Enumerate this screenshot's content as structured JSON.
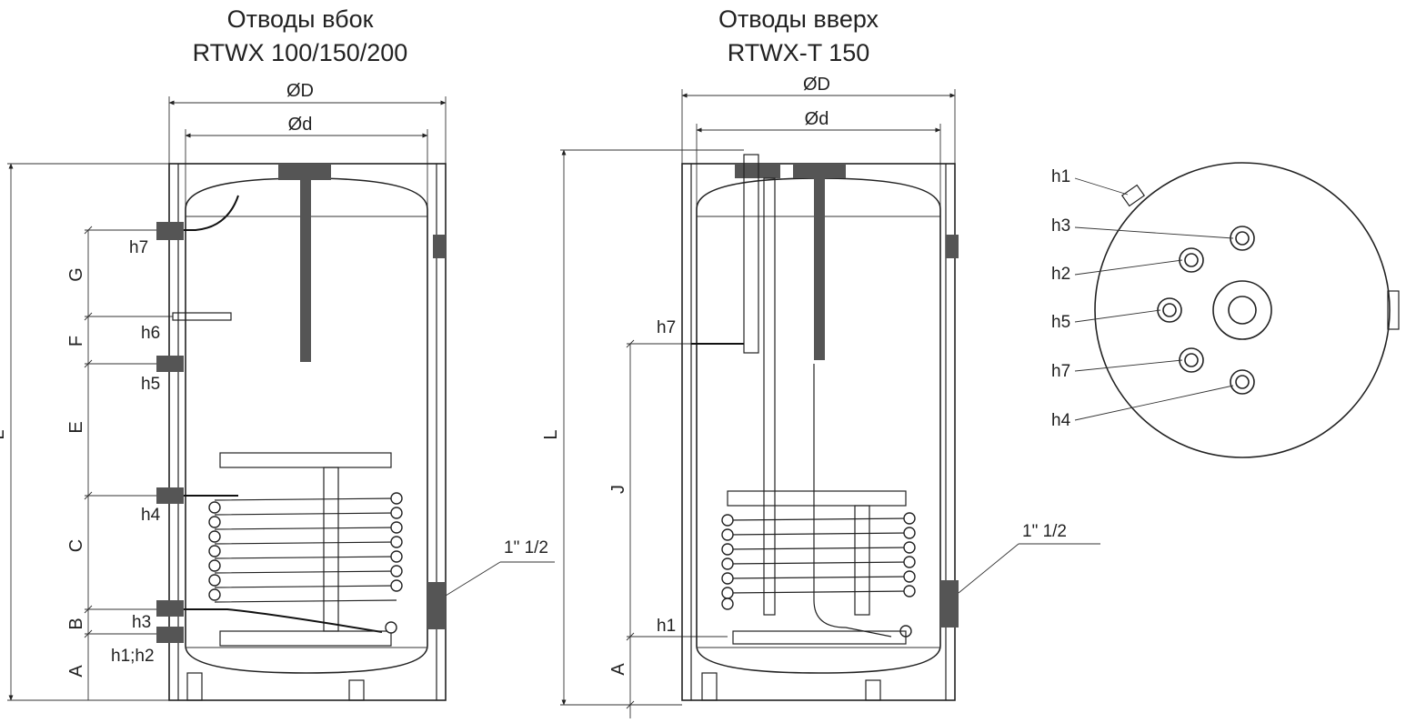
{
  "left_view": {
    "title_line1": "Отводы вбок",
    "title_line2": "RTWX 100/150/200",
    "dia_outer": "ØD",
    "dia_inner": "Ød",
    "dim_L": "L",
    "dim_G": "G",
    "dim_F": "F",
    "dim_E": "E",
    "dim_C": "C",
    "dim_B": "B",
    "dim_A": "A",
    "h7": "h7",
    "h6": "h6",
    "h5": "h5",
    "h4": "h4",
    "h3": "h3",
    "h1h2": "h1;h2",
    "flange": "1\" 1/2"
  },
  "right_view": {
    "title_line1": "Отводы вверх",
    "title_line2": "RTWX-T 150",
    "dia_outer": "ØD",
    "dia_inner": "Ød",
    "dim_L": "L",
    "dim_J": "J",
    "dim_A": "A",
    "h7": "h7",
    "h1": "h1",
    "flange": "1\" 1/2"
  },
  "top_view": {
    "h1": "h1",
    "h3": "h3",
    "h2": "h2",
    "h5": "h5",
    "h7": "h7",
    "h4": "h4"
  }
}
